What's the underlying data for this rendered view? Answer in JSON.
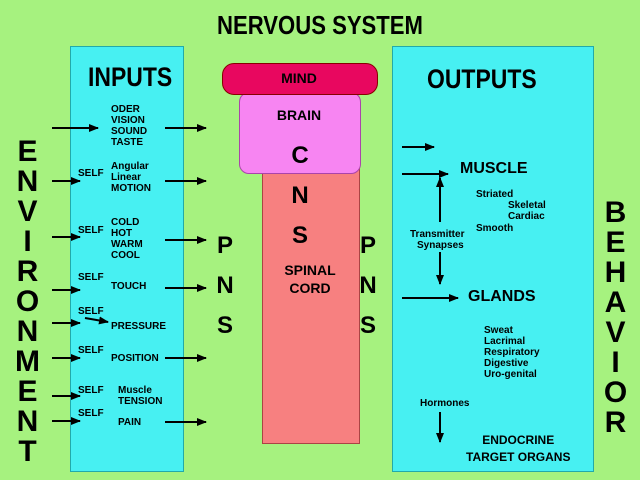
{
  "title": "NERVOUS SYSTEM",
  "left_label": "ENVIRONMENT",
  "right_label": "BEHAVIOR",
  "inputs": {
    "header": "INPUTS",
    "senses": [
      "ODER",
      "VISION",
      "SOUND",
      "TASTE"
    ],
    "self_label": "SELF",
    "angular": [
      "Angular",
      "Linear",
      "MOTION"
    ],
    "temperature": [
      "COLD",
      "HOT",
      "WARM",
      "COOL"
    ],
    "touch": "TOUCH",
    "pressure": "PRESSURE",
    "position": "POSITION",
    "muscle_tension": [
      "Muscle",
      "TENSION"
    ],
    "pain": "PAIN"
  },
  "pns_letters": [
    "P",
    "N",
    "S"
  ],
  "cns": {
    "mind": "MIND",
    "brain": "BRAIN",
    "letters": [
      "C",
      "N",
      "S"
    ],
    "spinal_cord": [
      "SPINAL",
      "CORD"
    ]
  },
  "outputs": {
    "header": "OUTPUTS",
    "muscle": "MUSCLE",
    "muscle_types": [
      "Striated",
      "Skeletal",
      "Cardiac",
      "Smooth"
    ],
    "transmitter": [
      "Transmitter",
      "Synapses"
    ],
    "glands": "GLANDS",
    "gland_types": [
      "Sweat",
      "Lacrimal",
      "Respiratory",
      "Digestive",
      "Uro-genital"
    ],
    "hormones": "Hormones",
    "endocrine": [
      "ENDOCRINE",
      "TARGET ORGANS"
    ]
  },
  "colors": {
    "background": "#a6f27f",
    "panel": "#47f0f2",
    "mind": "#e8075f",
    "brain": "#f785f2",
    "spinal_cord": "#f78080"
  }
}
